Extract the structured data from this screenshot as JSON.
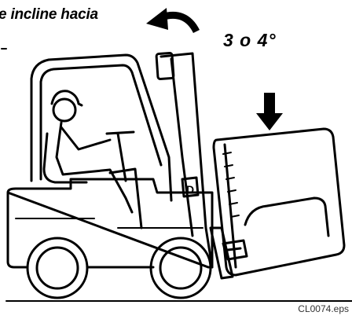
{
  "caption": "e incline hacia",
  "tilt_angle_label": "3 o 4°",
  "file_label": "CL0074.eps",
  "icons": {
    "tilt_arrow": "curved-arrow-icon",
    "down_arrow": "down-arrow-icon"
  }
}
